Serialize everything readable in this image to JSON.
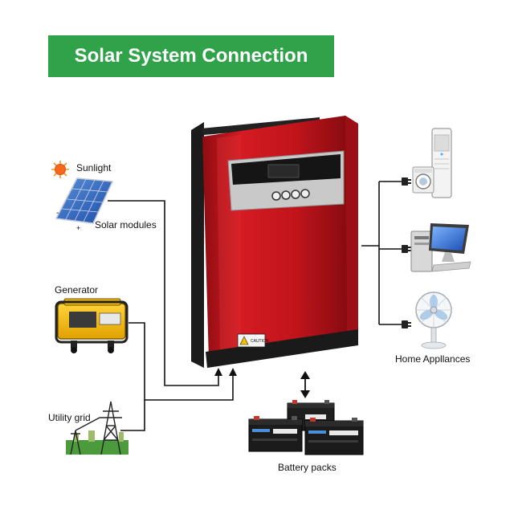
{
  "title": "Solar System Connection",
  "sources": {
    "sunlight": "Sunlight",
    "solar_modules": "Solar modules",
    "generator": "Generator",
    "utility_grid": "Utility grid"
  },
  "outputs": {
    "home_appliances": "Home Appllances",
    "battery_packs": "Battery packs"
  },
  "inverter": {
    "caution_label": "CAUTION"
  },
  "colors": {
    "title_green": "#2fa24a",
    "inverter_red": "#c8161d",
    "wire": "#111111"
  }
}
